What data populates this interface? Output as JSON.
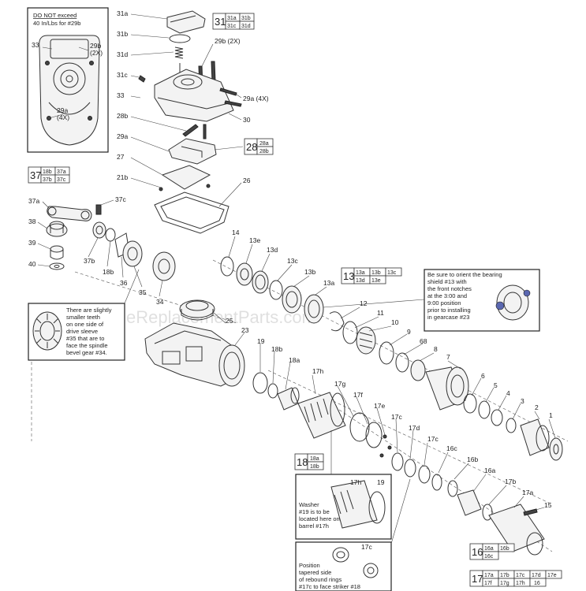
{
  "watermark": "eReplacementParts.com",
  "notes": {
    "torque": [
      "DO NOT exceed",
      "40 In/Lbs for #29b"
    ],
    "bearing": [
      "Be sure to orient the bearing",
      "shield #13 with",
      "the front notches",
      "at the 3:00 and",
      "9:00 position",
      "prior to installing",
      "in gearcase #23"
    ],
    "teeth": [
      "There are slightly",
      "smaller teeth",
      "on one side of",
      "drive sleeve",
      "#35 that are to",
      "face the spindle",
      "bevel gear #34."
    ],
    "washer": [
      "Washer",
      "#19 is to be",
      "located here on",
      "barrel #17h"
    ],
    "rings": [
      "Position",
      "tapered side",
      "of rebound rings",
      "#17c to face striker #18"
    ]
  },
  "inset_labels": {
    "l33": "33",
    "l29b": "29b",
    "l29b_qty": "(2X)",
    "l29a": "29a",
    "l29a_qty": "(4X)"
  },
  "washer_labels": {
    "l17h": "17h",
    "l19": "19"
  },
  "rings_labels": {
    "l17c": "17c"
  },
  "groups": {
    "g31": {
      "main": "31",
      "subs": [
        "31a",
        "31b",
        "31c",
        "31d"
      ]
    },
    "g28": {
      "main": "28",
      "subs": [
        "28a",
        "28b"
      ]
    },
    "g37": {
      "main": "37",
      "subs": [
        "18b",
        "37a",
        "37b",
        "37c"
      ]
    },
    "g13": {
      "main": "13",
      "subs": [
        "13a",
        "13b",
        "13c",
        "13d",
        "13e"
      ]
    },
    "g18": {
      "main": "18",
      "subs": [
        "18a",
        "18b"
      ]
    },
    "g16": {
      "main": "16",
      "subs": [
        "16a",
        "16b",
        "16c"
      ]
    },
    "g17": {
      "main": "17",
      "subs": [
        "17a",
        "17b",
        "17c",
        "17d",
        "17e",
        "17f",
        "17g",
        "17h",
        "16"
      ]
    }
  },
  "labels": {
    "l31a": "31a",
    "l31b": "31b",
    "l31d": "31d",
    "l31c": "31c",
    "l33": "33",
    "l29b": "29b (2X)",
    "l29a": "29a (4X)",
    "l30": "30",
    "l28b": "28b",
    "l29a2": "29a",
    "l27": "27",
    "l21b": "21b",
    "l26": "26",
    "l37a": "37a",
    "l37c": "37c",
    "l38": "38",
    "l39": "39",
    "l40": "40",
    "l37b": "37b",
    "l18b": "18b",
    "l36": "36",
    "l35": "35",
    "l34": "34",
    "l14": "14",
    "l13e": "13e",
    "l13d": "13d",
    "l13c": "13c",
    "l13b": "13b",
    "l13a": "13a",
    "l12": "12",
    "l11": "11",
    "l10": "10",
    "l9": "9",
    "l68": "68",
    "l8": "8",
    "l7": "7",
    "l6": "6",
    "l5": "5",
    "l4": "4",
    "l3": "3",
    "l2": "2",
    "l1": "1",
    "l25": "25",
    "l23": "23",
    "l19": "19",
    "l18b2": "18b",
    "l18a": "18a",
    "l17h": "17h",
    "l17g": "17g",
    "l17f": "17f",
    "l17e": "17e",
    "l17c": "17c",
    "l17d": "17d",
    "l17c2": "17c",
    "l16c": "16c",
    "l16b": "16b",
    "l16a": "16a",
    "l17b": "17b",
    "l17a": "17a",
    "l15": "15"
  }
}
